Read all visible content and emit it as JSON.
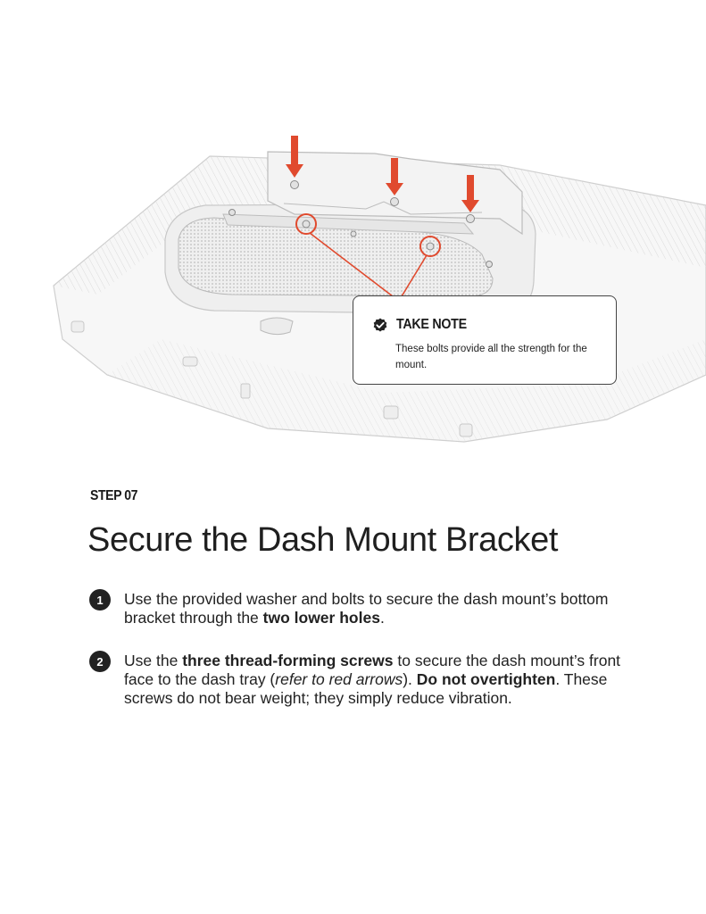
{
  "note": {
    "title": "TAKE NOTE",
    "body": "These bolts provide all the strength for the mount.",
    "icon": "verified-check-icon"
  },
  "step": {
    "label": "STEP 07",
    "title": "Secure the Dash Mount Bracket"
  },
  "instructions": [
    {
      "number": "1",
      "parts": [
        {
          "t": "Use the provided washer and bolts to secure the dash mount’s bottom bracket through the "
        },
        {
          "t": "two lower holes",
          "style": "bold"
        },
        {
          "t": "."
        }
      ]
    },
    {
      "number": "2",
      "parts": [
        {
          "t": "Use the "
        },
        {
          "t": "three thread-forming screws",
          "style": "bold"
        },
        {
          "t": " to secure the dash mount’s front face to the dash tray ("
        },
        {
          "t": "refer to red arrows",
          "style": "italic"
        },
        {
          "t": "). "
        },
        {
          "t": "Do not overtighten",
          "style": "bold"
        },
        {
          "t": ". These screws do not bear weight; they simply reduce vibration."
        }
      ]
    }
  ],
  "colors": {
    "arrow": "#e04a2e",
    "text": "#222222",
    "badge": "#222222"
  }
}
